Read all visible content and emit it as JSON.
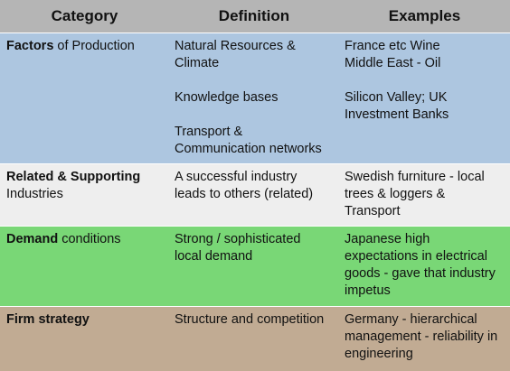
{
  "header": {
    "category": "Category",
    "definition": "Definition",
    "examples": "Examples"
  },
  "rows": [
    {
      "category_bold": "Factors",
      "category_rest": " of Production",
      "definition": [
        [
          "Natural Resources &",
          "Climate"
        ],
        [
          "Knowledge bases"
        ],
        [
          "Transport &",
          "Communication networks"
        ]
      ],
      "examples": [
        [
          "France etc Wine",
          "Middle East - Oil"
        ],
        [
          "Silicon Valley; UK",
          "Investment Banks"
        ]
      ]
    },
    {
      "category_bold": "Related & Supporting",
      "category_rest": "Industries",
      "definition": [
        "A successful industry",
        "leads to others (related)"
      ],
      "examples": [
        "Swedish furniture - local",
        "trees & loggers &",
        "Transport"
      ]
    },
    {
      "category_bold": "Demand",
      "category_rest": " conditions",
      "definition": [
        "Strong / sophisticated",
        "local demand"
      ],
      "examples": [
        "Japanese high",
        "expectations in electrical",
        "goods - gave that industry",
        "impetus"
      ]
    },
    {
      "category_bold": "Firm strategy",
      "category_rest": "",
      "definition": [
        "Structure and competition"
      ],
      "examples": [
        "Germany - hierarchical",
        "management - reliability in",
        "engineering"
      ]
    }
  ],
  "colors": {
    "header_bg": "#b5b5b5",
    "factors_bg": "#adc6e0",
    "related_bg": "#eeeeee",
    "demand_bg": "#79d776",
    "firm_bg": "#c1ab93"
  }
}
